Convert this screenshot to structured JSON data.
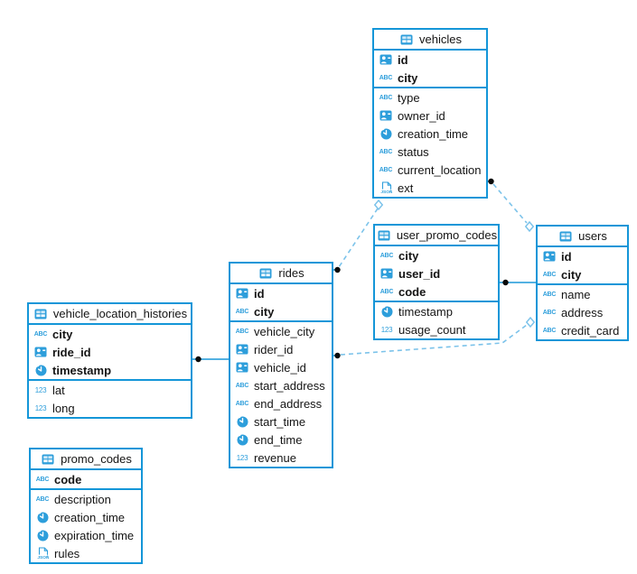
{
  "colors": {
    "accent": "#1496d8",
    "icon_blue": "#2d9edb",
    "dashed_line": "#7cc3ea",
    "endpoint_dot": "#0a0a0a"
  },
  "type_icon_glyphs": {
    "string": "ABC",
    "number": "123",
    "json": "JSON"
  },
  "tables": {
    "vehicles": {
      "title": "vehicles",
      "columns": {
        "id": "id",
        "city": "city",
        "type": "type",
        "owner_id": "owner_id",
        "creation_time": "creation_time",
        "status": "status",
        "current_location": "current_location",
        "ext": "ext"
      }
    },
    "user_promo_codes": {
      "title": "user_promo_codes",
      "columns": {
        "city": "city",
        "user_id": "user_id",
        "code": "code",
        "timestamp": "timestamp",
        "usage_count": "usage_count"
      }
    },
    "users": {
      "title": "users",
      "columns": {
        "id": "id",
        "city": "city",
        "name": "name",
        "address": "address",
        "credit_card": "credit_card"
      }
    },
    "rides": {
      "title": "rides",
      "columns": {
        "id": "id",
        "city": "city",
        "vehicle_city": "vehicle_city",
        "rider_id": "rider_id",
        "vehicle_id": "vehicle_id",
        "start_address": "start_address",
        "end_address": "end_address",
        "start_time": "start_time",
        "end_time": "end_time",
        "revenue": "revenue"
      }
    },
    "vehicle_location_histories": {
      "title": "vehicle_location_histories",
      "columns": {
        "city": "city",
        "ride_id": "ride_id",
        "timestamp": "timestamp",
        "lat": "lat",
        "long": "long"
      }
    },
    "promo_codes": {
      "title": "promo_codes",
      "columns": {
        "code": "code",
        "description": "description",
        "creation_time": "creation_time",
        "expiration_time": "expiration_time",
        "rules": "rules"
      }
    }
  },
  "relationships": [
    {
      "child": "vehicle_location_histories",
      "parent": "rides",
      "style": "solid"
    },
    {
      "child": "user_promo_codes",
      "parent": "users",
      "style": "solid"
    },
    {
      "child": "rides",
      "parent": "vehicles",
      "style": "dashed"
    },
    {
      "child": "vehicles",
      "parent": "users",
      "style": "dashed"
    },
    {
      "child": "rides",
      "parent": "users",
      "style": "dashed"
    }
  ]
}
